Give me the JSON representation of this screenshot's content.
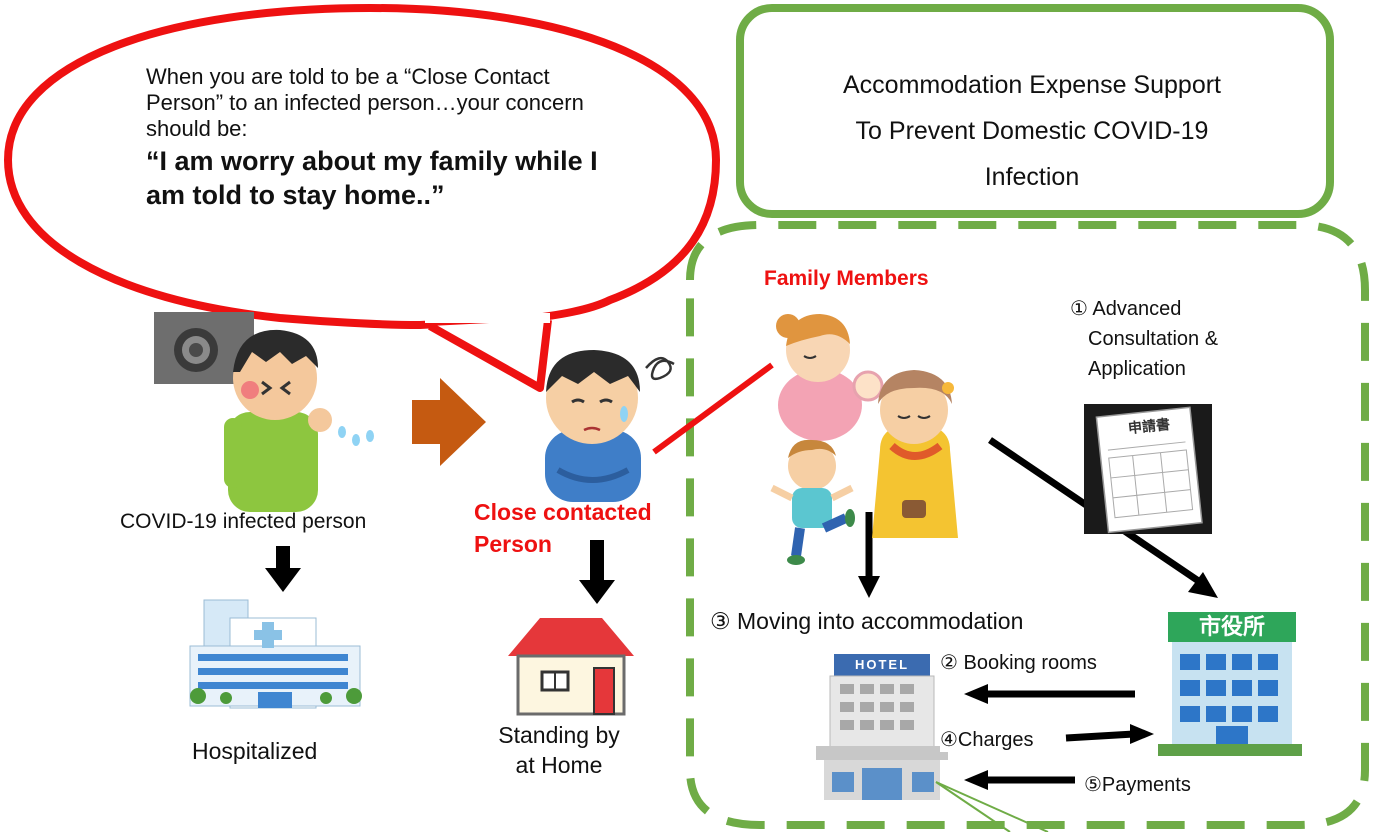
{
  "bubble": {
    "line1": "When you are told to be a “Close Contact Person” to an infected person…your concern should be:",
    "quote": "“I am worry about my family while I am told to stay home..”"
  },
  "title_box": {
    "line1": "Accommodation Expense Support",
    "line2": "To Prevent Domestic COVID-19",
    "line3": "Infection"
  },
  "labels": {
    "family_members": "Family Members",
    "infected_person": "COVID-19 infected person",
    "close_contacted_1": "Close contacted",
    "close_contacted_2": "Person",
    "hospitalized": "Hospitalized",
    "standing_by_1": "Standing by",
    "standing_by_2": "at Home",
    "step1_1": "① Advanced",
    "step1_2": "Consultation &",
    "step1_3": "Application",
    "step2": "② Booking rooms",
    "step3": "③ Moving into accommodation",
    "step4": "④Charges",
    "step5": "⑤Payments"
  },
  "signage": {
    "application_form": "申請書",
    "city_hall": "市役所",
    "hotel": "HOTEL"
  },
  "colors": {
    "bubble_border": "#ee1111",
    "title_box_border": "#6fac46",
    "dashed_region": "#6fac46",
    "flow_arrow": "#c55a11",
    "connector_red": "#ee1111"
  },
  "icons": [
    "virus-photo",
    "sick-boy-illustration",
    "worried-boy-illustration",
    "mother-with-baby-illustration",
    "grandmother-illustration",
    "running-child-illustration",
    "application-form-illustration",
    "city-hall-illustration",
    "hotel-illustration",
    "hospital-illustration",
    "house-illustration"
  ]
}
